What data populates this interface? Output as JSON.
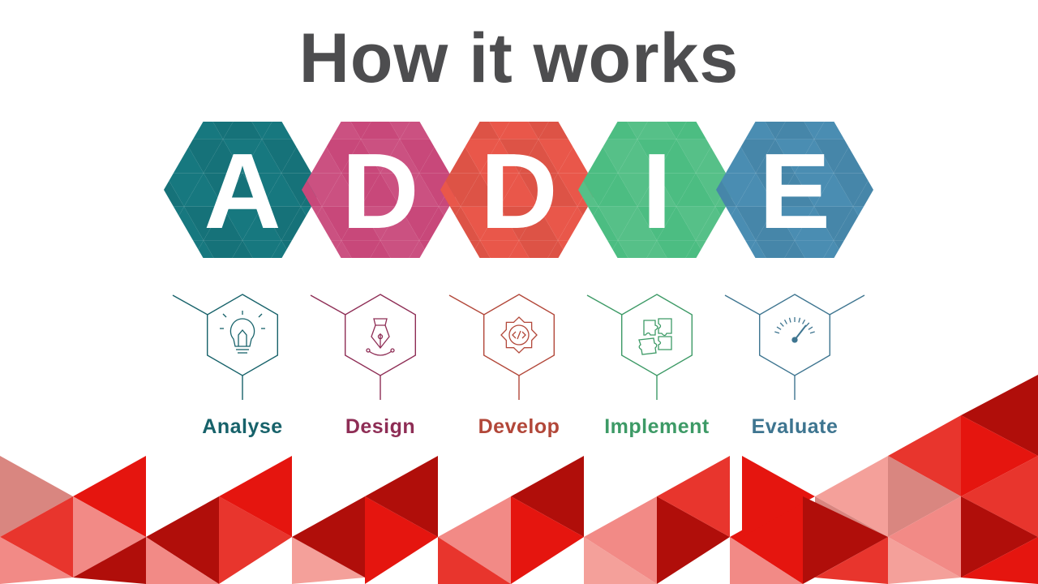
{
  "title": "How it works",
  "phases": [
    {
      "letter": "A",
      "label": "Analyse",
      "icon": "lightbulb-icon",
      "color": "#17787f",
      "label_color": "#17626a"
    },
    {
      "letter": "D",
      "label": "Design",
      "icon": "pen-nib-icon",
      "color": "#c53e73",
      "label_color": "#8e2d55"
    },
    {
      "letter": "D",
      "label": "Develop",
      "icon": "gear-code-icon",
      "color": "#e9574a",
      "label_color": "#b24739"
    },
    {
      "letter": "I",
      "label": "Implement",
      "icon": "puzzle-icon",
      "color": "#43b97b",
      "label_color": "#3d9a66"
    },
    {
      "letter": "E",
      "label": "Evaluate",
      "icon": "gauge-icon",
      "color": "#4a8db2",
      "label_color": "#3e7590"
    }
  ],
  "background_pattern": {
    "name": "red-triangle-pattern",
    "colors": [
      "#e5150f",
      "#b00e0a",
      "#f28a86",
      "#d98680",
      "#e8352d",
      "#f4a09a"
    ]
  }
}
